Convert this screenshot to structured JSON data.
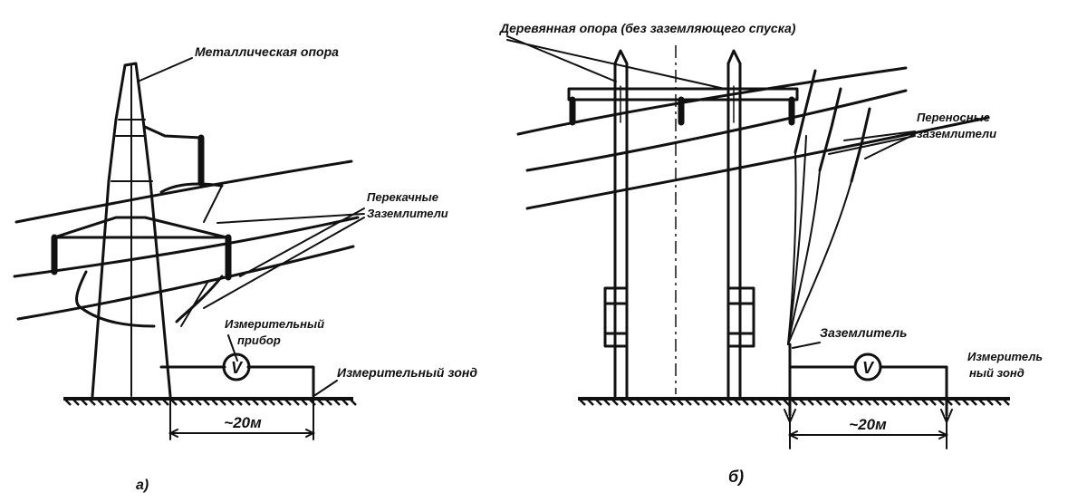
{
  "figure_a": {
    "tower_label": "Металлическая опора",
    "wires_label_line1": "Перекачные",
    "wires_label_line2": "Заземлители",
    "meter_label_line1": "Измерительный",
    "meter_label_line2": "прибор",
    "probe_label": "Измерительный зонд",
    "meter_symbol": "V",
    "distance_label": "~20м",
    "caption": "а)"
  },
  "figure_b": {
    "tower_label": "Деревянная опора (без заземляющего спуска)",
    "wires_label_line1": "Переносные",
    "wires_label_line2": "заземлители",
    "electrode_label": "Заземлитель",
    "probe_label_line1": "Измеритель",
    "probe_label_line2": "ный зонд",
    "meter_symbol": "V",
    "distance_label": "~20м",
    "caption": "б)"
  }
}
